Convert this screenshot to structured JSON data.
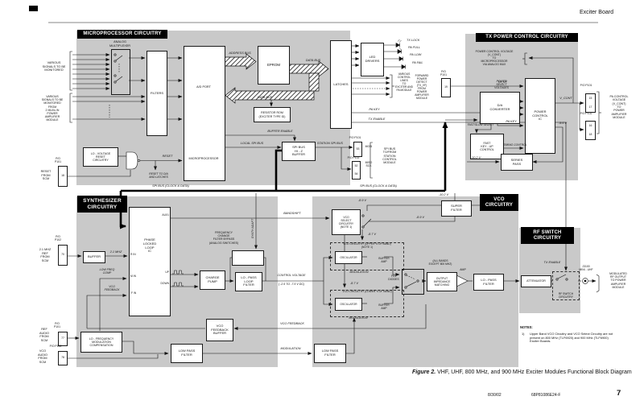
{
  "page": {
    "header_right": "Exciter Board",
    "figure_label": "Figure 2.",
    "figure_caption": "VHF, UHF, 800 MHz, and 900 MHz Exciter Modules Functional Block Diagram",
    "footer_date": "8/30/02",
    "footer_doc": "68P81086E24-F",
    "footer_page": "7"
  },
  "sections": {
    "micro": "MICROPROCESSOR CIRCUITRY",
    "tx": "TX POWER CONTROL CIRCUITRY",
    "synth": "SYNTHESIZER\nCIRCUITRY",
    "vco": "VCO\nCIRCUITRY",
    "rf": "RF SWITCH\nCIRCUITRY"
  },
  "micro": {
    "various1": "VARIOUS\nSIGNALS TO BE\nMONITORED",
    "various2": "VARIOUS\nSIGNALS TO BE\nMONITORED\nFROM\n2 MUXs IN\nPOWER\nAMPLIFIER\nMODULE",
    "analog_mux": "ANALOG\nMULTIPLEXER",
    "filters": "FILTERS",
    "ad_port": "A/D PORT",
    "microprocessor": "MICROPROCESSOR",
    "eprom": "EPROM",
    "latches": "LATCHES",
    "led_drivers": "LED\nDRIVERS",
    "resistor_rom": "RESISTOR ROM\n(EXCITER TYPE ID)",
    "spi_buffer": "SPI BUS\nHI - Z\nBUFFER",
    "lo_volt_reset": "LO - VOLTAGE\nRESET\nCIRCUITRY",
    "address_bus": "ADDRESS BUS",
    "data_bus1": "DATA BUS",
    "data_bus2": "DATA BUS",
    "buffer_enable": "BUFFER ENABLE",
    "local_spi": "LOCAL SPI BUS",
    "station_spi": "STATION SPI BUS",
    "spi_clock_l": "SPI BUS (CLOCK & DATA)",
    "spi_clock_r": "SPI BUS (CLOCK & DATA)",
    "pa_key": "PA KEY",
    "tx_enable": "TX ENABLE",
    "reset": "RESET",
    "reset_to": "RESET TO D/A\nAND LATCHES",
    "reset_from": "RESET\nFROM\nSCM",
    "led_tx_lock": "TX LOCK",
    "led_pa_full": "PA FULL",
    "led_pa_low": "PA LOW",
    "led_pa_fail": "PA FAIL",
    "various_ctl": "VARIOUS\nCONTROL\nLINES\nTO\nEXCITER AND\nPA MODULE",
    "spi_tofrom": "SPI BUS\nTO/FROM\nSTATION\nCONTROL\nMODULE",
    "conn_reset_label": "P/O\nP101",
    "conn_reset_pin": "18",
    "conn_mosi_label": "P/O P101",
    "conn_mosi_pin": "53",
    "mosi": "MOSI",
    "conn_miso_label": "P/O P102",
    "conn_miso_pin1": "52",
    "conn_miso_pin2": "54",
    "miso": "MISO\nSCK"
  },
  "tx": {
    "pwr_ctl_volt": "POWER CONTROL VOLTAGE\n(V_CONT)\nTO\nMICROPROCESSOR\nVIA ANALOG MUX",
    "fwd_pwr": "FORWARD\nPOWER\nDETECT\n(TX_VF)\nFROM\nPOWER\nAMPLIFIER\nMODULE",
    "conn_fwd_label": "P/O\nP101",
    "conn_fwd_pin": "19",
    "tx_vf": "TX_VF",
    "da": "D/A\nCONVERTER",
    "pwr_select": "POWER\nSELECT\nVOLTAGES",
    "pcic": "POWER\nCONTROL\nIC",
    "v_cont": "V_CONT",
    "fast_slow": "FAST/SLOW SELECT",
    "pa_key": "PA KEY",
    "fast_keyup": "FAST\nKEY - UP\nCONTROL",
    "timing": "TIMING CONTROL",
    "neg96": "-9.6 V",
    "neg102": "-10.2 V",
    "series_pass": "SERIES\nPASS",
    "conn1_label": "P/O P101",
    "conn1_pin1": "15",
    "conn1_pin2": "17",
    "conn2_label": "P/O P102",
    "conn2_pin1": "16",
    "conn2_pin2": "18",
    "pa_ctl": "PA CONTROL\nVOLTAGE\n(V_CONT)\nTO\nPOWER\nAMPLIFIER\nMODULE"
  },
  "synth": {
    "conn_ref_label": "P/O\nP102",
    "conn_ref_pin": "70",
    "ref_2mhz": "2.1 MHZ\nREF\nFROM\nSCM",
    "buffer": "BUFFER",
    "mhz": "2.1 MHZ",
    "pll": "PHASE\nLOCKED\nLOOP\nIC",
    "r_in": "R IN",
    "m_in": "M IN",
    "f_in": "F IN",
    "aux1": "AUX1",
    "up": "UP",
    "down": "DOWN",
    "low_freq": "LOW FREQ\nCOMP",
    "vco_fb_in": "VCO\nFEEDBACK",
    "charge_pump": "CHARGE\nPUMP",
    "freq_change": "FREQUENCY\nCHANGE\nFILTER BYPASS\n(ANALOG SWITCHES)",
    "synth_adapt": "SYNTH ADAPT",
    "loop_filter": "LO - PASS\nLOOP\nFILTER",
    "ctrl_v1": "CONTROL VOLTAGE",
    "ctrl_v2": "( -2.5 TO -7.5 V DC)",
    "bandshift": "BANDSHIFT",
    "vco_fb_buffer": "VCO\nFEEDBACK\nBUFFER",
    "vco_feedback": "VCO FEEDBACK",
    "low_pass": "LOW PASS\nFILTER",
    "modulation": "MODULATION",
    "lo_freq_mod": "LO - FREQUENCY\nMODULATION\nCOMPENSATION",
    "conn_refa_label": "P/O\nP101",
    "conn_refa_pin": "77",
    "ref_audio": "REF\nAUDIO\nFROM\nSCM",
    "conn_vcoa_label": "P/O P102",
    "conn_vcoa_pin": "78",
    "vco_audio": "VCO\nAUDIO\nFROM\nSCM"
  },
  "vco": {
    "super_filter": "SUPER\nFILTER",
    "neg102": "-10.2 V",
    "neg89a": "-8.9 V",
    "neg89b": "-8.9 V",
    "select": "VCO\nSELECT\nCIRCUITRY\n(NOTE 1)",
    "neg87a": "-8.7 V",
    "neg87b": "-8.7 V",
    "upper": "VCO CIRCUITRY (UPPER ½ OF BAND)\n(NOTE 1)",
    "lower": "VCO CIRCU1TRY (LOWER ½ OF BAND)",
    "osc1": "OSCILLATOR",
    "osc2": "OSCILLATOR",
    "bamp1": "BUFFER\nAMP",
    "bamp2": "BUFFER\nAMP",
    "mod1": "MODULATION",
    "mod2": "MODULATION",
    "pin_diodes": "PIN\nDIODES",
    "all_bands": "(ALL BANDS\nEXCEPT 800 MHZ)",
    "out_imp": "OUTPUT\nIMPEDANCE\nMATCHING",
    "amp": "AMP",
    "lo_pass": "LO - PASS\nFILTER",
    "low_pass": "LOW PASS\nFILTER"
  },
  "rf": {
    "tx_enable": "TX ENABLE",
    "attenuator": "ATTENUATOR",
    "rf_switch": "RF SWITCH\nCIRCUITRY",
    "j3100": "J3100\nMINI - UHF",
    "out": "MODULATED\nRF OUTPUT\nTO POWER\nAMPLIFIER\nMODULE"
  },
  "notes": {
    "title": "NOTES:",
    "n1_num": "1)",
    "n1": "Upper Band VCO Circuitry and VCO Select Circuitry are not\npresent on 800 MHz (TLF6920) and 900 MHz (TLF6900)\nExciter Boards."
  }
}
